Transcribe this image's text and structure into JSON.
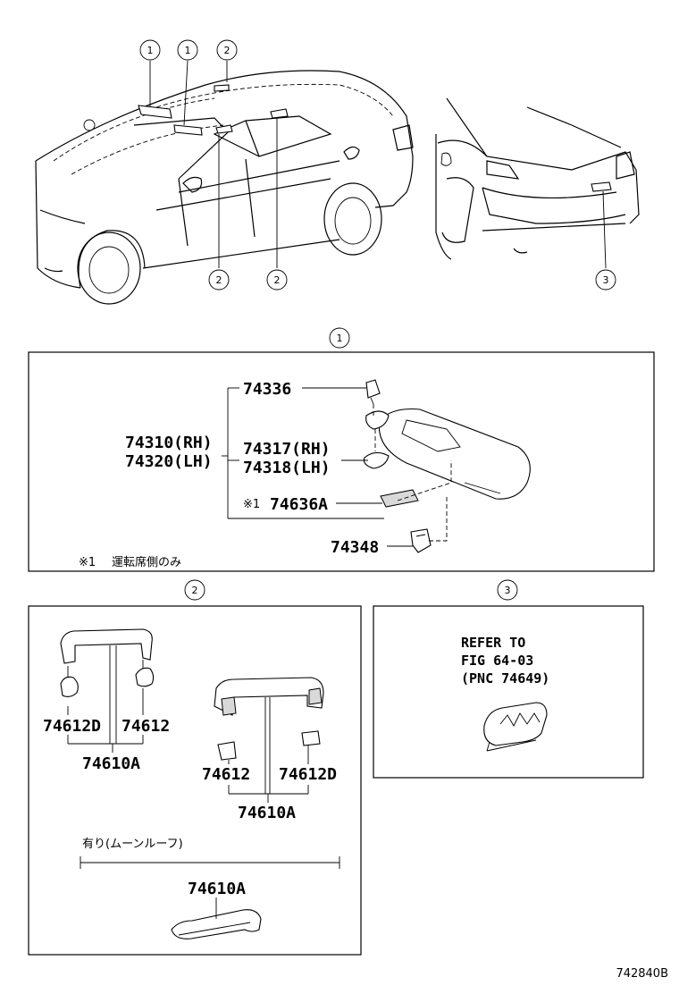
{
  "callouts": {
    "c1": "1",
    "c2": "2",
    "c3": "3"
  },
  "sun_visor": {
    "p74336": "74336",
    "p74310": "74310(RH)",
    "p74320": "74320(LH)",
    "p74317": "74317(RH)",
    "p74318": "74318(LH)",
    "p74636a_mark": "※1",
    "p74636a": "74636A",
    "p74348": "74348",
    "footnote_mark": "※1",
    "footnote_text": "運転席側のみ"
  },
  "assist_grip": {
    "a_74612d": "74612D",
    "a_74612": "74612",
    "a_74610a": "74610A",
    "b_74612": "74612",
    "b_74612d": "74612D",
    "b_74610a": "74610A",
    "moonroof_label": "有り(ムーンルーフ)",
    "c_74610a": "74610A"
  },
  "reference": {
    "line1": "REFER TO",
    "line2": "FIG 64-03",
    "line3": "(PNC 74649)"
  },
  "figure_code": "742840B"
}
